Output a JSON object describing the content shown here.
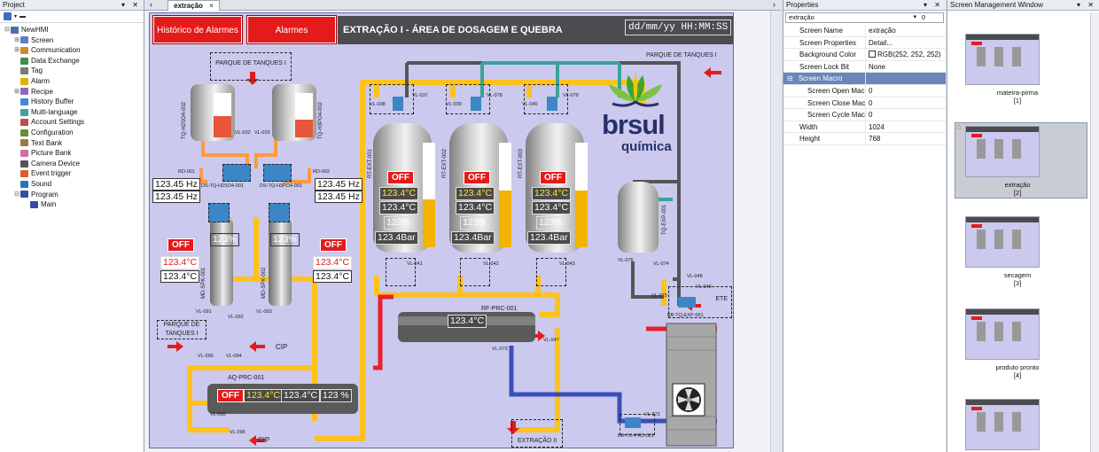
{
  "project": {
    "title": "Project",
    "window_controls": "▾ ✕",
    "tree": [
      {
        "label": "NewHMI",
        "level": 0,
        "expander": "⊟",
        "color": "#4f6fa8"
      },
      {
        "label": "Screen",
        "level": 1,
        "expander": "⊞",
        "color": "#5b7ec4"
      },
      {
        "label": "Communication",
        "level": 1,
        "expander": "⊞",
        "color": "#d08a2e"
      },
      {
        "label": "Data Exchange",
        "level": 1,
        "expander": "",
        "color": "#3f8f55"
      },
      {
        "label": "Tag",
        "level": 1,
        "expander": "",
        "color": "#7a7a7a"
      },
      {
        "label": "Alarm",
        "level": 1,
        "expander": "",
        "color": "#e2b000"
      },
      {
        "label": "Recipe",
        "level": 1,
        "expander": "⊞",
        "color": "#8c6bbf"
      },
      {
        "label": "History Buffer",
        "level": 1,
        "expander": "",
        "color": "#3d8ad6"
      },
      {
        "label": "Multi-language",
        "level": 1,
        "expander": "",
        "color": "#3fa0a0"
      },
      {
        "label": "Account Settings",
        "level": 1,
        "expander": "",
        "color": "#c24b4b"
      },
      {
        "label": "Configuration",
        "level": 1,
        "expander": "",
        "color": "#6b8f2e"
      },
      {
        "label": "Text Bank",
        "level": 1,
        "expander": "",
        "color": "#a07a3f"
      },
      {
        "label": "Picture Bank",
        "level": 1,
        "expander": "",
        "color": "#d06fa0"
      },
      {
        "label": "Camera Device",
        "level": 1,
        "expander": "",
        "color": "#555"
      },
      {
        "label": "Event trigger",
        "level": 1,
        "expander": "",
        "color": "#e05a2a"
      },
      {
        "label": "Sound",
        "level": 1,
        "expander": "",
        "color": "#2f6fbf"
      },
      {
        "label": "Program",
        "level": 1,
        "expander": "⊟",
        "color": "#2f4f9f"
      },
      {
        "label": "Main",
        "level": 2,
        "expander": "",
        "color": "#2f4f9f"
      }
    ]
  },
  "editor": {
    "tab_label": "extração",
    "tab_close": "×",
    "nav_left": "‹",
    "nav_right": "›",
    "nav_more": "▾"
  },
  "screen": {
    "alarm_history_btn": "Histórico de Alarmes",
    "alarms_btn": "Alarmes",
    "title": "EXTRAÇÃO I - ÁREA DE DOSAGEM E QUEBRA",
    "clock": "dd/mm/yy HH:MM:SS",
    "tank_park_top": "PARQUE DE TANQUES I",
    "tank_park_right": "PARQUE DE TANQUES I",
    "tank_park_left": "PARQUE DE\nTANQUES I",
    "extraction2": "EXTRAÇÃO II",
    "cip1": "CIP",
    "cip2": "CIP",
    "ete": "ETE",
    "logo_word": "brsul",
    "logo_sub": "química",
    "hz_values": [
      "123.45 Hz",
      "123.45 Hz",
      "123.45 Hz",
      "123.45 Hz"
    ],
    "off_label": "OFF",
    "temp_value": "123.4°C",
    "pct_value": "123%",
    "pct_value_spaced": "123 %",
    "bar_value": "123.4Bar",
    "tags": {
      "tq1": "TQ-H2SO4-002",
      "tq2": "TQ-H3PO4-002",
      "vl032": "VL-032",
      "vl033": "VL-033",
      "rd001": "RD-001",
      "rd002": "RD-002",
      "ds1": "DS-TQ-H2SO4-001",
      "ds2": "DS-TQ-H3PO4-001",
      "md1": "MD-SPK-001",
      "md2": "MD-SPK-002",
      "vl091": "VL-091",
      "vl092": "VL-092",
      "vl093": "VL-093",
      "vl090": "VL-090",
      "vl094": "VL-094",
      "aq": "AQ-PRC-001",
      "vl095": "VL-095",
      "vl096": "VL-096",
      "rt1": "RT-EXT-001",
      "rt2": "RT-EXT-002",
      "rt3": "RT-EXT-003",
      "vl038": "VL-038",
      "vl037": "VL-037",
      "vl039": "VL-039",
      "vl078": "VL-078",
      "vl040": "VL-040",
      "vl079": "VL-079",
      "vl041": "VL-041",
      "vl042": "VL-042",
      "vl043": "VL-043",
      "rf": "RF-PRC-001",
      "vl073": "VL-073",
      "vl047": "VL-047",
      "tqexp": "TQ-EXP-001",
      "vl076": "VL-076",
      "vl074": "VL-074",
      "vl048": "VL-048",
      "vl049": "VL-049",
      "vl075": "VL-075",
      "bbexp": "BB-TQ-EXP-001",
      "vl072": "VL-072",
      "bbprc": "BB-TO-PRC-001"
    }
  },
  "properties": {
    "title": "Properties",
    "window_controls": "▾ ✕",
    "object": "extração",
    "object_extra": "0",
    "rows": [
      {
        "k": "Screen Name",
        "v": "extração",
        "type": ""
      },
      {
        "k": "Screen Properties",
        "v": "Detail...",
        "type": ""
      },
      {
        "k": "Background Color",
        "v": "RGB(252, 252, 252)",
        "type": "color"
      },
      {
        "k": "Screen Lock Bit",
        "v": "None",
        "type": ""
      },
      {
        "k": "Screen Macro",
        "v": "",
        "type": "cat"
      },
      {
        "k": "Screen Open Mac",
        "v": "0",
        "type": "sub"
      },
      {
        "k": "Screen Close Mac",
        "v": "0",
        "type": "sub"
      },
      {
        "k": "Screen Cycle Mac",
        "v": "0",
        "type": "sub"
      },
      {
        "k": "Width",
        "v": "1024",
        "type": ""
      },
      {
        "k": "Height",
        "v": "768",
        "type": ""
      }
    ]
  },
  "screen_management": {
    "title": "Screen Management Window",
    "window_controls": "▾ ✕",
    "thumbs": [
      {
        "label": "mateira-pirma",
        "index": "[1]",
        "selected": false
      },
      {
        "label": "extração",
        "index": "[2]",
        "selected": true
      },
      {
        "label": "secagem",
        "index": "[3]",
        "selected": false
      },
      {
        "label": "produto pronto",
        "index": "[4]",
        "selected": false
      },
      {
        "label": "",
        "index": "",
        "selected": false
      }
    ]
  },
  "colors": {
    "canvas_bg": "#cbc9ee",
    "alarm_red": "#e41b1b",
    "pipe_yellow": "#ffc21a",
    "pipe_orange": "#ff9a3c",
    "pipe_gray": "#555555",
    "pipe_teal": "#3aa39a",
    "pipe_red": "#e8202a",
    "pipe_blue": "#3b4fb8",
    "brand_green": "#3aa62f",
    "brand_navy": "#28306b"
  }
}
